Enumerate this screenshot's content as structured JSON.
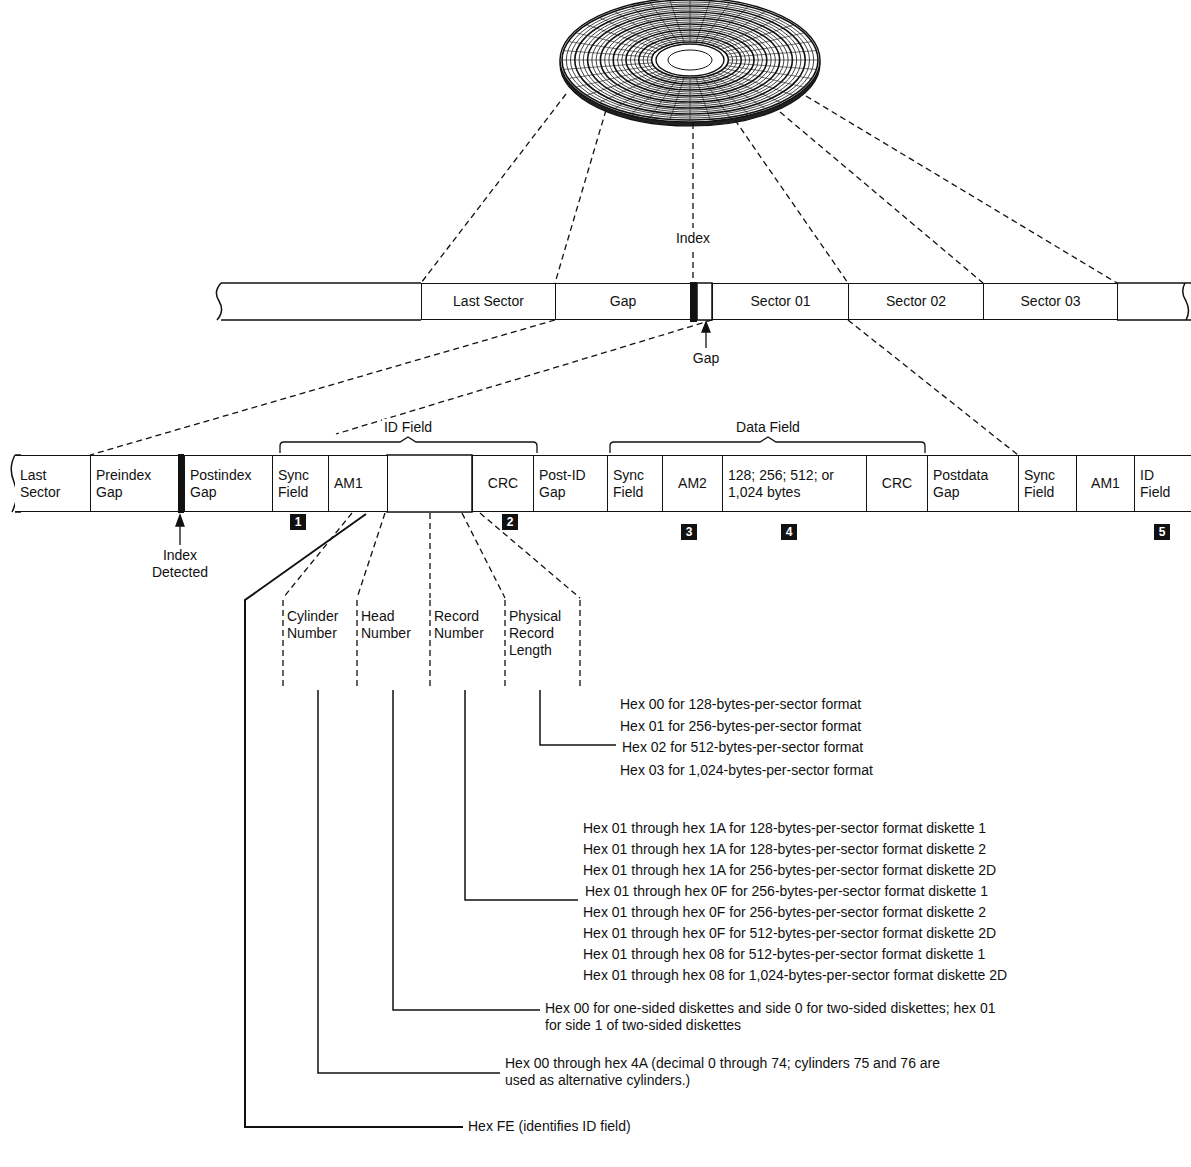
{
  "diagram": {
    "nodes": [
      {
        "text": [
          "Last Sector"
        ]
      },
      {
        "text": [
          "Gap"
        ]
      },
      {
        "text": [
          "Sector 01"
        ]
      },
      {
        "text": [
          "Sector 02"
        ]
      },
      {
        "text": [
          "Sector 03"
        ]
      },
      {
        "text": [
          "Last Sector"
        ]
      },
      {
        "text": [
          "Preindex Gap"
        ]
      },
      {
        "text": [
          "Postindex Gap"
        ]
      },
      {
        "text": [
          "Sync Field"
        ]
      },
      {
        "text": [
          "AM1"
        ]
      },
      {
        "text": [
          "CRC"
        ]
      },
      {
        "text": [
          "Post-ID Gap"
        ]
      },
      {
        "text": [
          "Sync Field"
        ]
      },
      {
        "text": [
          "AM2"
        ]
      },
      {
        "text": [
          "128; 256; 512; or 1,024 bytes"
        ]
      },
      {
        "text": [
          "CRC"
        ]
      },
      {
        "text": [
          "Postdata Gap"
        ]
      },
      {
        "text": [
          "Sync Field"
        ]
      },
      {
        "text": [
          "AM1"
        ]
      },
      {
        "text": [
          "ID Field"
        ]
      }
    ],
    "labels": [
      "Index",
      "Gap",
      "ID Field",
      "Data Field",
      "1",
      "2",
      "3",
      "4",
      "5",
      "Index Detected",
      "Cylinder Number",
      "Head Number",
      "Record Number",
      "Physical Record Length",
      "Hex 00 for 128-bytes-per-sector format",
      "Hex 01 for 256-bytes-per-sector format",
      "Hex 02 for 512-bytes-per-sector format",
      "Hex 03 for 1,024-bytes-per-sector format",
      "Hex 01 through hex 1A for 128-bytes-per-sector format diskette 1",
      "Hex 01 through hex 1A for 128-bytes-per-sector format diskette 2",
      "Hex 01 through hex 1A for 256-bytes-per-sector format diskette 2D",
      "Hex 01 through hex 0F for 256-bytes-per-sector format diskette 1",
      "Hex 01 through hex 0F for 256-bytes-per-sector format diskette 2",
      "Hex 01 through hex 0F for 512-bytes-per-sector format diskette 2D",
      "Hex 01 through hex 08 for 512-bytes-per-sector format diskette 1",
      "Hex 01 through hex 08 for 1,024-bytes-per-sector format diskette 2D",
      "Hex 00 for one-sided diskettes and side 0 for two-sided diskettes; hex 01 for side 1 of two-sided diskettes",
      "Hex 00 through hex 4A (decimal 0 through 74; cylinders 75 and 76 are used as alternative cylinders.)",
      "Hex FE (identifies ID field)"
    ]
  }
}
